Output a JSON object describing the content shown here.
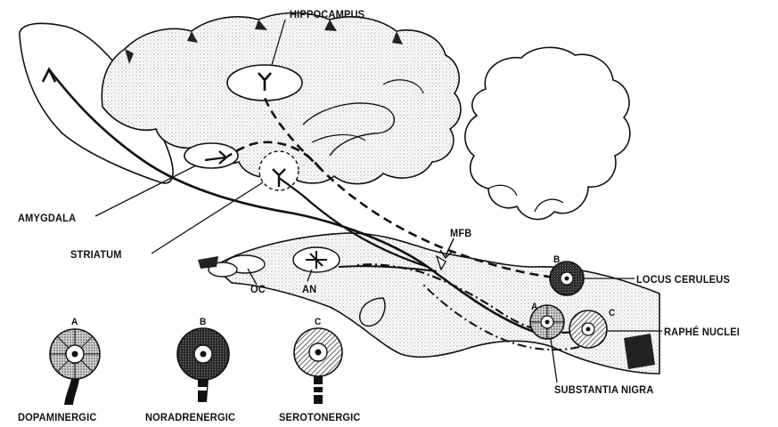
{
  "labels": {
    "hippocampus": "HIPPOCAMPUS",
    "amygdala": "AMYGDALA",
    "striatum": "STRIATUM",
    "mfb": "MFB",
    "oc": "OC",
    "an": "AN",
    "locus_ceruleus": "LOCUS CERULEUS",
    "raphe_nuclei": "RAPHÉ NUCLEI",
    "substantia_nigra": "SUBSTANTIA NIGRA"
  },
  "markers": {
    "a": "A",
    "b": "B",
    "c": "C"
  },
  "legend": [
    {
      "marker": "A",
      "label": "DOPAMINERGIC"
    },
    {
      "marker": "B",
      "label": "NORADRENERGIC"
    },
    {
      "marker": "C",
      "label": "SEROTONERGIC"
    }
  ]
}
